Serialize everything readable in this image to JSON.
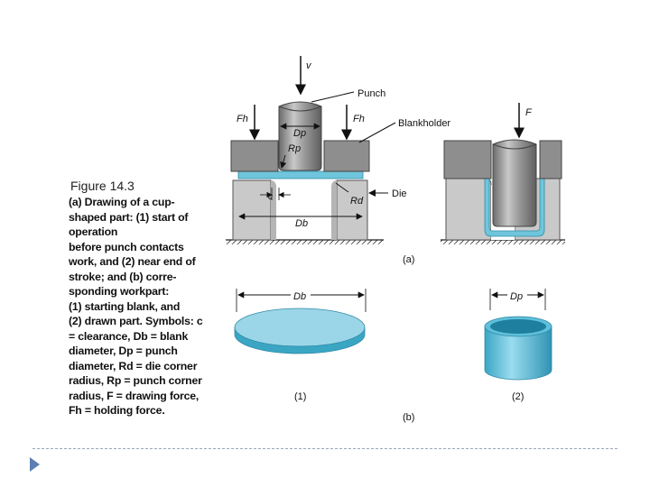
{
  "slide": {
    "title": "Figure 14.3"
  },
  "caption_lines": [
    "(a) Drawing of a cup-",
    "shaped part: (1) start of",
    "operation",
    "before punch contacts",
    "work, and (2) near end of",
    "stroke; and (b) corre-",
    "sponding workpart:",
    "(1) starting blank, and",
    "(2) drawn part. Symbols: c",
    "= clearance, Db = blank",
    "diameter, Dp = punch",
    "diameter, Rd = die corner",
    "radius, Rp = punch corner",
    "radius, F = drawing force,",
    "Fh = holding force."
  ],
  "labels": {
    "velocity": "v",
    "punch": "Punch",
    "holding_force_left": "Fh",
    "holding_force_right": "Fh",
    "blankholder": "Blankholder",
    "punch_diameter": "Dp",
    "punch_radius": "Rp",
    "die_radius": "Rd",
    "die": "Die",
    "clearance": "c",
    "blank_diameter": "Db",
    "drawing_force": "F",
    "part_a": "(a)",
    "blank_diameter_b": "Db",
    "punch_diameter_b": "Dp",
    "part_b1": "(1)",
    "part_b2": "(2)",
    "part_b": "(b)"
  },
  "colors": {
    "metal": "#8e8e8e",
    "die": "#c9c9c9",
    "blank": "#6fc6dc",
    "accent": "#5b7fb0"
  }
}
